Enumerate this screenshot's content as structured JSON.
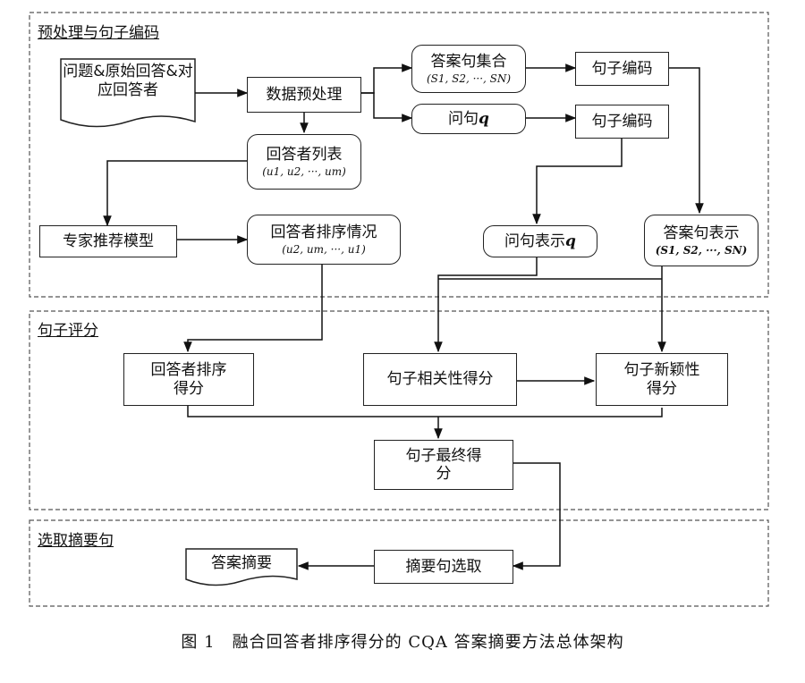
{
  "sections": {
    "preprocess": "预处理与句子编码",
    "scoring": "句子评分",
    "selection": "选取摘要句"
  },
  "nodes": {
    "input_doc": "问题&原始回答&对应回答者",
    "preprocess": "数据预处理",
    "answer_set": "答案句集合",
    "answer_set_sub": "(S1, S2, ···, SN)",
    "question": "问句",
    "question_var": "q",
    "encode_1": "句子编码",
    "encode_2": "句子编码",
    "answerer_list": "回答者列表",
    "answerer_list_sub": "(u1, u2, ···, um)",
    "expert_model": "专家推荐模型",
    "answerer_rank": "回答者排序情况",
    "answerer_rank_sub": "(u2, um, ···, u1)",
    "question_repr": "问句表示",
    "question_repr_var": "q",
    "answer_repr": "答案句表示",
    "answer_repr_sub": "(S1, S2, ···, SN)",
    "rank_score": "回答者排序得分",
    "relevance_score": "句子相关性得分",
    "novelty_score": "句子新颖性得分",
    "final_score": "句子最终得分",
    "select": "摘要句选取",
    "summary_doc": "答案摘要"
  },
  "caption": "图 1　融合回答者排序得分的 CQA 答案摘要方法总体架构"
}
